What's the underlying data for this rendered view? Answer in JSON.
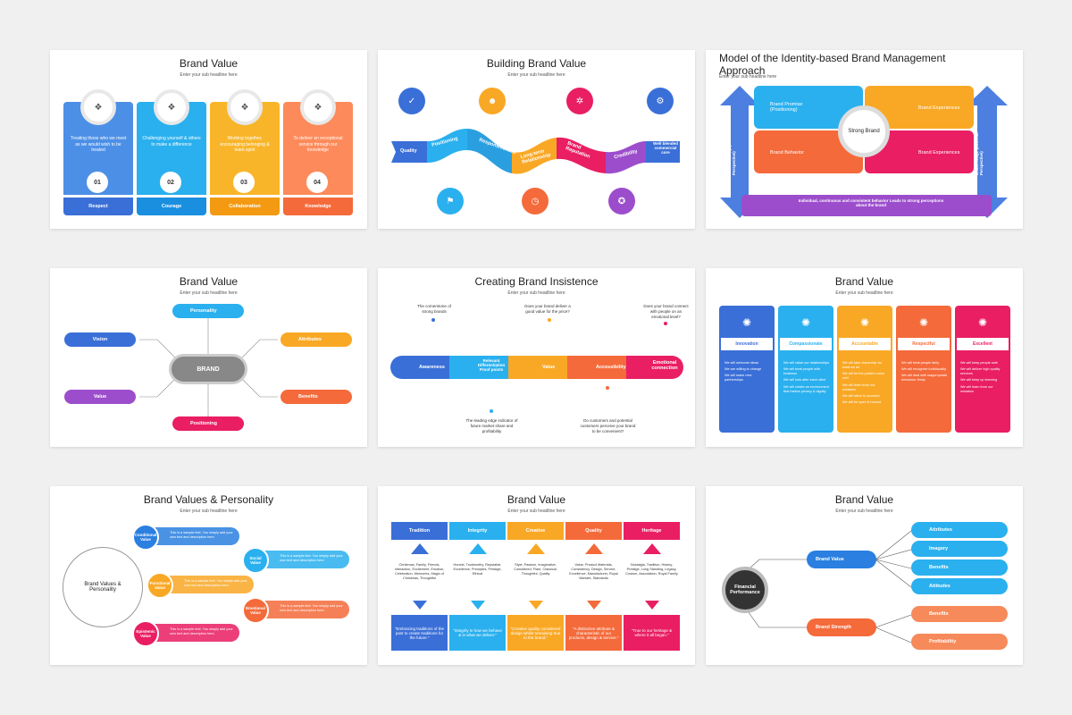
{
  "subhead": "Enter your sub headline here",
  "slide1": {
    "title": "Brand Value",
    "cards": [
      {
        "text": "Treating those who we meet as we would wish to be treated",
        "num": "01",
        "label": "Respect",
        "top": "#4c8fe6",
        "bot": "#3a6fd8"
      },
      {
        "text": "Challenging yourself & others to make a difference",
        "num": "02",
        "label": "Courage",
        "top": "#2ab0ee",
        "bot": "#1a8fe0"
      },
      {
        "text": "Working together, encouraging belonging & team spirit",
        "num": "03",
        "label": "Collaboration",
        "top": "#f9b52a",
        "bot": "#f39a12"
      },
      {
        "text": "To deliver an exceptional service through our knowledge",
        "num": "04",
        "label": "Knowledge",
        "top": "#fd8a5a",
        "bot": "#f46a3a"
      }
    ]
  },
  "slide2": {
    "title": "Building Brand Value",
    "steps": [
      "Quality",
      "Positioning",
      "Responsiveness",
      "Long-term Relationship",
      "Brand Reputation",
      "Credibility",
      "Well blended commercial core"
    ]
  },
  "slide3": {
    "title": "Model of the Identity-based Brand Management Approach",
    "center": "Strong Brand",
    "cells": [
      "Brand Promise (Positioning)",
      "Brand Experiences",
      "Brand Behavior",
      "Brand Experiences"
    ],
    "left": "Brand Identity (Internal Perspective)",
    "right": "Brand Image (External Perspective)",
    "bottom": "Individual, continuous and consistent behavior Leads to strong perceptions about the brand"
  },
  "slide4": {
    "title": "Brand Value",
    "center": "BRAND",
    "items": [
      "Personality",
      "Vision",
      "Attributes",
      "Value",
      "Benefits",
      "Positioning"
    ]
  },
  "slide5": {
    "title": "Creating Brand Insistence",
    "steps": [
      "Awareness",
      "Relevant Differentiation Proof points",
      "Value",
      "Accessibility",
      "Emotional connection"
    ],
    "top_notes": [
      "The cornerstone of strong brands",
      "Does your brand deliver a good value for the price?",
      "Does your brand connect with people on an emotional level?"
    ],
    "bottom_notes": [
      "The leading edge indicator of future market share and profitability",
      "Do customers and potential customers perceive your brand to be convenient?"
    ]
  },
  "slide6": {
    "title": "Brand Value",
    "cols": [
      {
        "label": "Innovation",
        "items": [
          "We will welcome ideas",
          "We are willing to change",
          "We will make new partnerships"
        ]
      },
      {
        "label": "Compassionate",
        "items": [
          "We will value our relationships",
          "We will treat people with kindness",
          "We will look after each other",
          "We will create an environment that fosters privacy & dignity"
        ]
      },
      {
        "label": "Accountable",
        "items": [
          "We will take ownership for what we do",
          "We will be the public's voice well",
          "We will learn from our mistakes",
          "We will strive to succeed",
          "We will be open & honest"
        ]
      },
      {
        "label": "Respectful",
        "items": [
          "We will treat people fairly",
          "We will recognize individuality",
          "We will deal with inappropriate behaviour firmly"
        ]
      },
      {
        "label": "Excellent",
        "items": [
          "We will keep people safe",
          "We will deliver high quality services",
          "We will keep up learning",
          "We will learn from our mistakes"
        ]
      }
    ]
  },
  "slide7": {
    "title": "Brand Values & Personality",
    "center": "Brand Values & Personality",
    "items": [
      "Conditional Value",
      "Social Value",
      "Functional Value",
      "Emotional Value",
      "Epistemic Value"
    ],
    "sample": "This is a sample text. You simply add your own text and description here."
  },
  "slide8": {
    "title": "Brand Value",
    "cols": [
      {
        "label": "Tradition",
        "body": "Christmas, Family, Friends, Interaction, Excitement, Emotion, Celebration, Memories, Magic of Christmas, Thoughtful",
        "quote": "\"Embracing traditions of the past to create traditions for the future.\""
      },
      {
        "label": "Integrity",
        "body": "Honest, Trustworthy, Reputable, Excellence, Principles, Prestige, Ethical",
        "quote": "\"Integrity in how we behave & in what we deliver.\""
      },
      {
        "label": "Creative",
        "body": "Style, Passion, Imaginative, Considered, Flare, Classical, Thoughtful, Quality",
        "quote": "\"Creative quality considered design whilst remaining true to the brand.\""
      },
      {
        "label": "Quality",
        "body": "Value, Product Materials, Consistency, Design, Service, Excellence, Manufacturer, Royal Warrant, Standards",
        "quote": "\"A distinctive attribute & characteristic of our products, design & service.\""
      },
      {
        "label": "Heritage",
        "body": "Nostalgia, Tradition, History, Prestige, Long Standing, Legacy, Custom, Association, Royal Family",
        "quote": "\"True to our heritage & where it all began.\""
      }
    ]
  },
  "slide9": {
    "title": "Brand Value",
    "center": "Financial Performance",
    "branch1": "Brand Value",
    "branch2": "Brand Strength",
    "leaves1": [
      "Attributes",
      "Imagery",
      "Benefits",
      "Attitudes"
    ],
    "leaves2": [
      "Benefits",
      "Profitability"
    ]
  }
}
